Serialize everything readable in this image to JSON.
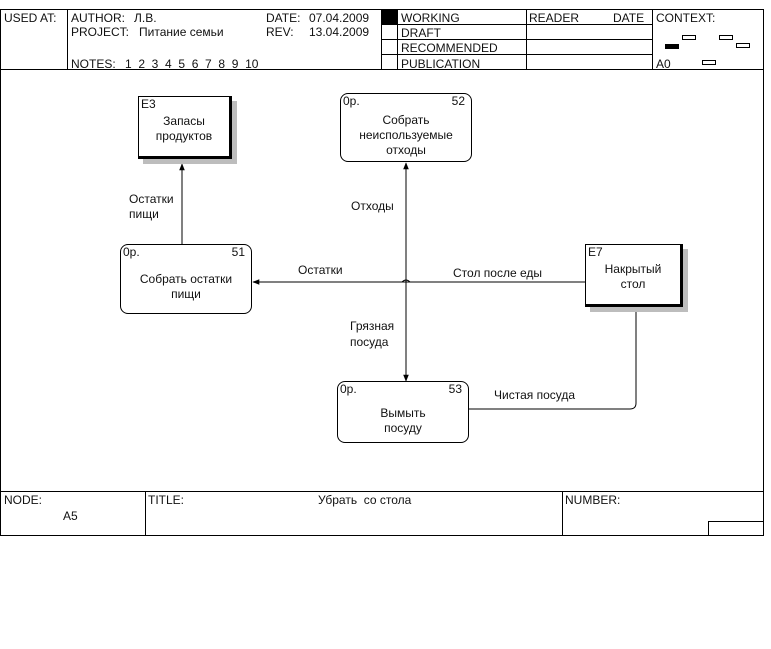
{
  "header": {
    "used_at_label": "USED AT:",
    "author_label": "AUTHOR:",
    "author_value": "Л.В.",
    "project_label": "PROJECT:",
    "project_value": "Питание семьи",
    "date_label": "DATE:",
    "date_value": "07.04.2009",
    "rev_label": "REV:",
    "rev_value": "13.04.2009",
    "notes_label": "NOTES:",
    "notes_value": "1  2  3  4  5  6  7  8  9  10",
    "status": [
      "WORKING",
      "DRAFT",
      "RECOMMENDED",
      "PUBLICATION"
    ],
    "status_selected": "WORKING",
    "reader_label": "READER",
    "date2_label": "DATE",
    "context_label": "CONTEXT:",
    "context_node": "A0"
  },
  "diagram": {
    "nodes": [
      {
        "id": "E3",
        "corner_left": "E3",
        "corner_right": "",
        "label": "Запасы продуктов",
        "kind": "external"
      },
      {
        "id": "52",
        "corner_left": "0р.",
        "corner_right": "52",
        "label": "Собрать неиспользуемые отходы",
        "kind": "process"
      },
      {
        "id": "51",
        "corner_left": "0р.",
        "corner_right": "51",
        "label": "Собрать остатки пищи",
        "kind": "process"
      },
      {
        "id": "E7",
        "corner_left": "E7",
        "corner_right": "",
        "label": "Накрытый стол",
        "kind": "external"
      },
      {
        "id": "53",
        "corner_left": "0р.",
        "corner_right": "53",
        "label": "Вымыть посуду",
        "kind": "process"
      }
    ],
    "arrow_labels": {
      "ostatki_pishi": "Остатки\nпищи",
      "othody": "Отходы",
      "ostatki": "Остатки",
      "stol_posle_edy": "Стол после еды",
      "gryaznaya_posuda": "Грязная\nпосуда",
      "chistaya_posuda": "Чистая посуда"
    }
  },
  "footer": {
    "node_label": "NODE:",
    "node_value": "A5",
    "title_label": "TITLE:",
    "title_value": "Убрать  со стола",
    "number_label": "NUMBER:"
  }
}
